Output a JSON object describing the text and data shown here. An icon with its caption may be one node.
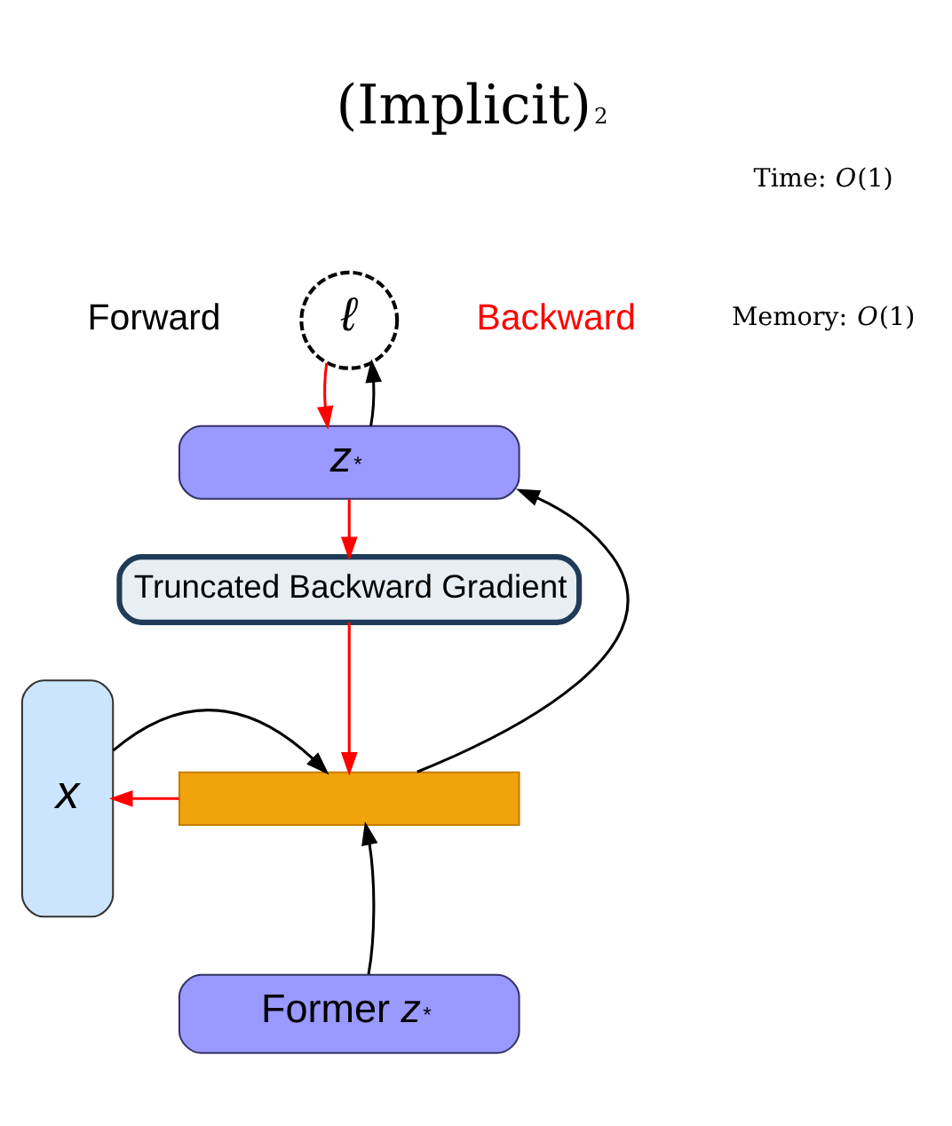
{
  "diagram": {
    "title": "(Implicit)$^{2}$",
    "nodes": [
      {
        "text": [
          "*ℓ*"
        ]
      },
      {
        "text": [
          "*z*$^{*}$"
        ]
      },
      {
        "text": [
          "Truncated Backward Gradient"
        ]
      },
      {
        "text": [
          "*x*"
        ]
      },
      {
        "text": [],
        "shape": "bar"
      },
      {
        "text": [
          "Former *z*$^{*}$"
        ]
      }
    ],
    "edges": [
      {
        "from": 1,
        "to": 0,
        "arrow": "to"
      },
      {
        "from": 0,
        "to": 1,
        "arrow": "to",
        "color": "#ff0000"
      },
      {
        "from": 1,
        "to": 2,
        "arrow": "to",
        "color": "#ff0000"
      },
      {
        "from": 2,
        "to": 4,
        "arrow": "to",
        "color": "#ff0000"
      },
      {
        "from": 4,
        "to": 3,
        "arrow": "to",
        "color": "#ff0000"
      },
      {
        "from": 3,
        "to": 4,
        "arrow": "to"
      },
      {
        "from": 4,
        "to": 1,
        "arrow": "to"
      },
      {
        "from": 5,
        "to": 4,
        "arrow": "to"
      }
    ],
    "labels": [
      "Time: *O*(1)",
      "Memory: *O*(1)",
      "Forward",
      "Backward"
    ]
  }
}
